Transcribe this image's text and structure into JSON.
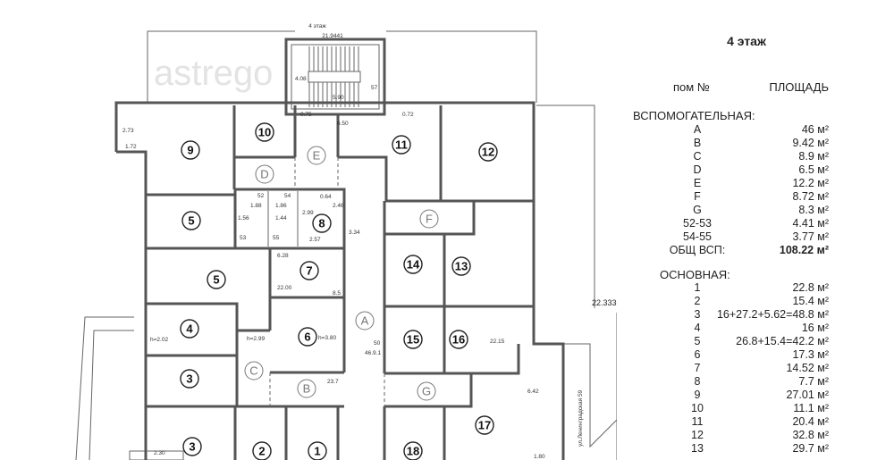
{
  "floor_title": "4 этаж",
  "columns": {
    "room": "пом №",
    "area": "ПЛОЩАДЬ"
  },
  "auxiliary": {
    "label": "ВСПОМОГАТЕЛЬНАЯ:",
    "rows": [
      {
        "room": "A",
        "area": "46 м²"
      },
      {
        "room": "B",
        "area": "9.42 м²"
      },
      {
        "room": "C",
        "area": "8.9 м²"
      },
      {
        "room": "D",
        "area": "6.5 м²"
      },
      {
        "room": "E",
        "area": "12.2 м²"
      },
      {
        "room": "F",
        "area": "8.72 м²"
      },
      {
        "room": "G",
        "area": "8.3 м²"
      },
      {
        "room": "52-53",
        "area": "4.41 м²"
      },
      {
        "room": "54-55",
        "area": "3.77 м²"
      }
    ],
    "total": {
      "room": "ОБЩ ВСП:",
      "area": "108.22 м²"
    }
  },
  "main": {
    "label": "ОСНОВНАЯ:",
    "rows": [
      {
        "room": "1",
        "area": "22.8 м²"
      },
      {
        "room": "2",
        "area": "15.4 м²"
      },
      {
        "room": "3",
        "area": "16+27.2+5.62=48.8 м²"
      },
      {
        "room": "4",
        "area": "16 м²"
      },
      {
        "room": "5",
        "area": "26.8+15.4=42.2 м²"
      },
      {
        "room": "6",
        "area": "17.3 м²"
      },
      {
        "room": "7",
        "area": "14.52 м²"
      },
      {
        "room": "8",
        "area": "7.7 м²"
      },
      {
        "room": "9",
        "area": "27.01 м²"
      },
      {
        "room": "10",
        "area": "11.1 м²"
      },
      {
        "room": "11",
        "area": "20.4 м²"
      },
      {
        "room": "12",
        "area": "32.8 м²"
      },
      {
        "room": "13",
        "area": "29.7 м²"
      }
    ]
  },
  "plan": {
    "rooms": [
      "1",
      "2",
      "3",
      "3",
      "4",
      "5",
      "5",
      "6",
      "7",
      "8",
      "9",
      "10",
      "11",
      "12",
      "13",
      "14",
      "15",
      "16",
      "17",
      "18"
    ],
    "aux_areas": [
      "A",
      "B",
      "C",
      "D",
      "E",
      "F",
      "G"
    ],
    "header_note": "4 этаж",
    "width_dim": "21.9441",
    "street_label": "ул.Ленинградская 59",
    "side_dim": "22.3338",
    "watermark": "astrego",
    "dims": [
      "4.08",
      "5.90",
      "57",
      "2.73",
      "1.72",
      "0.75",
      "0.72",
      "6.50",
      "6.28",
      "22.00",
      "8.5",
      "h=2.02",
      "h=2.99",
      "h=3.80",
      "23.7",
      "50",
      "46.9.1",
      "22.15",
      "6.42",
      "1.80",
      "2.30",
      "3.34",
      "2.99",
      "2.57",
      "1.56",
      "1.44",
      "1.88",
      "1.86",
      "52",
      "53",
      "54",
      "55",
      "0.64",
      "2.46"
    ]
  }
}
